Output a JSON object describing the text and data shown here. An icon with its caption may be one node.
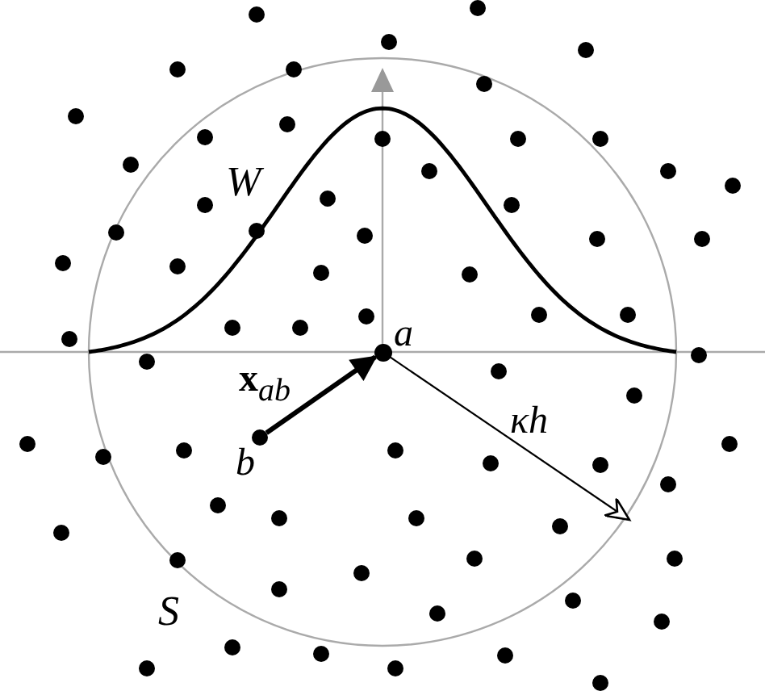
{
  "diagram": {
    "nodes": [
      {
        "text": [],
        "shape": "circle",
        "beside": [
          "a"
        ]
      },
      {
        "text": [],
        "shape": "circle",
        "beside": [
          "b"
        ]
      }
    ],
    "edges": [
      {
        "from": 1,
        "to": 0,
        "arrow": "to",
        "label": "**x**$_{ab}$",
        "style": "thick"
      },
      {
        "from": 0,
        "to": null,
        "arrow": "to",
        "label": "κh"
      }
    ],
    "labels": [
      "W",
      "S"
    ]
  }
}
